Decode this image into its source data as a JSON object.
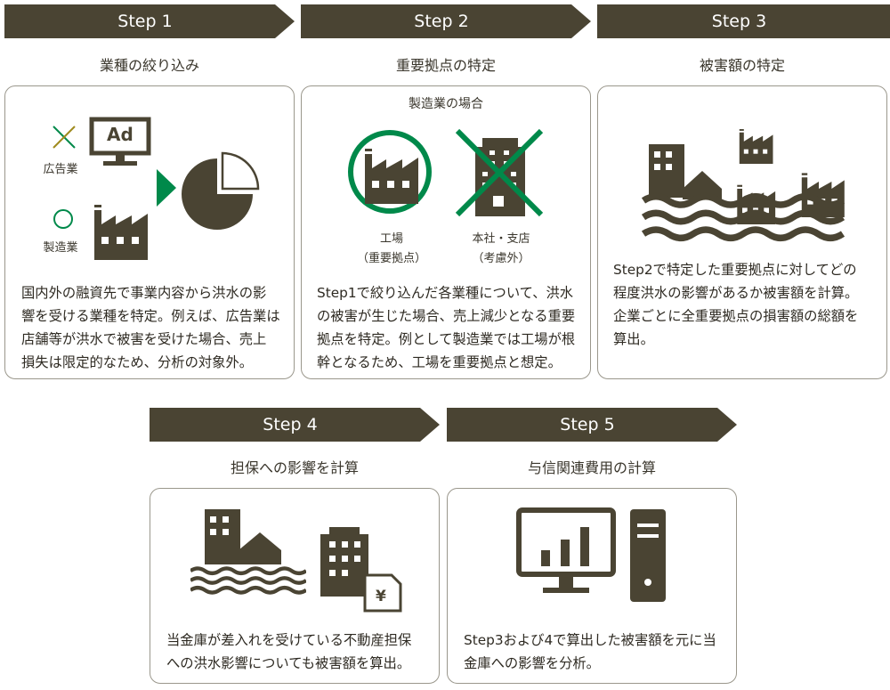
{
  "colors": {
    "dark": "#4a4433",
    "green": "#00894a",
    "border": "#9a978c"
  },
  "steps": [
    {
      "label": "Step 1",
      "title": "業種の絞り込み",
      "labels": {
        "ad_industry": "広告業",
        "manufacturing": "製造業",
        "ad_text": "Ad"
      },
      "desc": [
        "国内外の融資先で事業内容から洪水の影",
        "響を受ける業種を特定。例えば、広告業は",
        "店舗等が洪水で被害を受けた場合、売上",
        "損失は限定的なため、分析の対象外。"
      ]
    },
    {
      "label": "Step 2",
      "title": "重要拠点の特定",
      "labels": {
        "case": "製造業の場合",
        "factory": "工場",
        "factory_note": "（重要拠点）",
        "hq": "本社・支店",
        "hq_note": "（考慮外）"
      },
      "desc": [
        "Step1で絞り込んだ各業種について、洪水",
        "の被害が生じた場合、売上減少となる重要",
        "拠点を特定。例として製造業では工場が根",
        "幹となるため、工場を重要拠点と想定。"
      ]
    },
    {
      "label": "Step 3",
      "title": "被害額の特定",
      "desc": [
        "Step2で特定した重要拠点に対してどの",
        "程度洪水の影響があるか被害額を計算。",
        "企業ごとに全重要拠点の損害額の総額を",
        "算出。"
      ]
    },
    {
      "label": "Step 4",
      "title": "担保への影響を計算",
      "labels": {
        "yen": "¥"
      },
      "desc": [
        "当金庫が差入れを受けている不動産担保",
        "への洪水影響についても被害額を算出。"
      ]
    },
    {
      "label": "Step 5",
      "title": "与信関連費用の計算",
      "desc": [
        "Step3および4で算出した被害額を元に当",
        "金庫への影響を分析。"
      ]
    }
  ]
}
